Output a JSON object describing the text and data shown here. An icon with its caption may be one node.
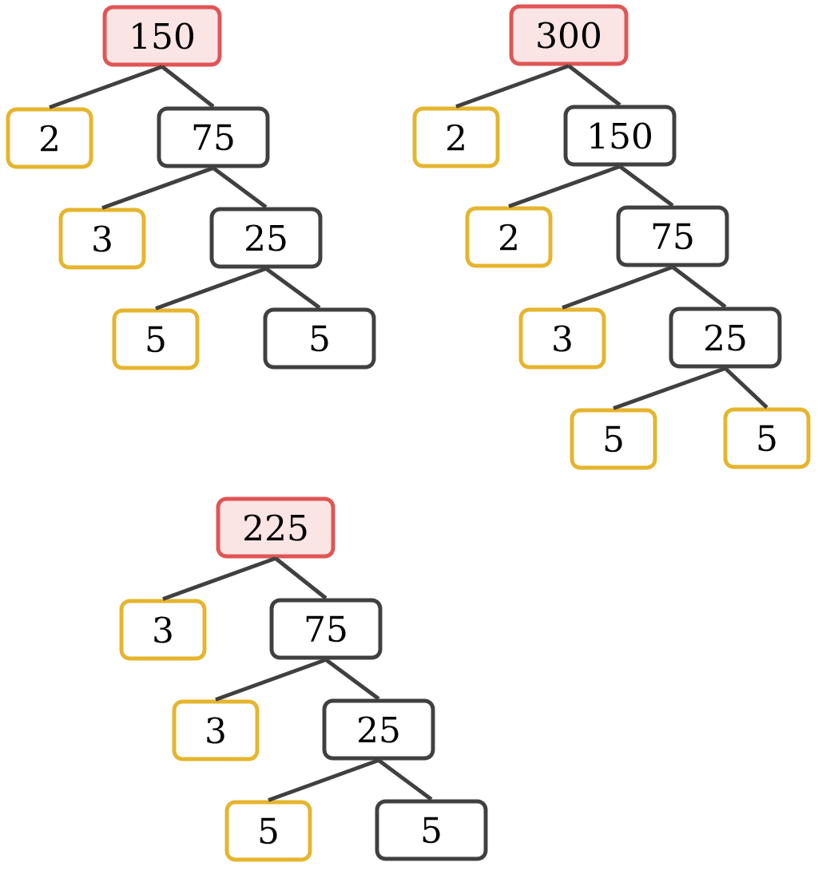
{
  "diagram": {
    "nodes": [
      {
        "text": [
          "150"
        ]
      },
      {
        "text": [
          "2"
        ]
      },
      {
        "text": [
          "75"
        ]
      },
      {
        "text": [
          "3"
        ]
      },
      {
        "text": [
          "25"
        ]
      },
      {
        "text": [
          "5"
        ]
      },
      {
        "text": [
          "5"
        ]
      },
      {
        "text": [
          "300"
        ]
      },
      {
        "text": [
          "2"
        ]
      },
      {
        "text": [
          "150"
        ]
      },
      {
        "text": [
          "2"
        ]
      },
      {
        "text": [
          "75"
        ]
      },
      {
        "text": [
          "3"
        ]
      },
      {
        "text": [
          "25"
        ]
      },
      {
        "text": [
          "5"
        ]
      },
      {
        "text": [
          "5"
        ]
      },
      {
        "text": [
          "225"
        ]
      },
      {
        "text": [
          "3"
        ]
      },
      {
        "text": [
          "75"
        ]
      },
      {
        "text": [
          "3"
        ]
      },
      {
        "text": [
          "25"
        ]
      },
      {
        "text": [
          "5"
        ]
      },
      {
        "text": [
          "5"
        ]
      }
    ],
    "edges": [
      {
        "from": 0,
        "to": 1,
        "arrow": "none"
      },
      {
        "from": 0,
        "to": 2,
        "arrow": "none"
      },
      {
        "from": 2,
        "to": 3,
        "arrow": "none"
      },
      {
        "from": 2,
        "to": 4,
        "arrow": "none"
      },
      {
        "from": 4,
        "to": 5,
        "arrow": "none"
      },
      {
        "from": 4,
        "to": 6,
        "arrow": "none"
      },
      {
        "from": 7,
        "to": 8,
        "arrow": "none"
      },
      {
        "from": 7,
        "to": 9,
        "arrow": "none"
      },
      {
        "from": 9,
        "to": 10,
        "arrow": "none"
      },
      {
        "from": 9,
        "to": 11,
        "arrow": "none"
      },
      {
        "from": 11,
        "to": 12,
        "arrow": "none"
      },
      {
        "from": 11,
        "to": 13,
        "arrow": "none"
      },
      {
        "from": 13,
        "to": 14,
        "arrow": "none"
      },
      {
        "from": 13,
        "to": 15,
        "arrow": "none"
      },
      {
        "from": 16,
        "to": 17,
        "arrow": "none"
      },
      {
        "from": 16,
        "to": 18,
        "arrow": "none"
      },
      {
        "from": 18,
        "to": 19,
        "arrow": "none"
      },
      {
        "from": 18,
        "to": 20,
        "arrow": "none"
      },
      {
        "from": 20,
        "to": 21,
        "arrow": "none"
      },
      {
        "from": 20,
        "to": 22,
        "arrow": "none"
      }
    ]
  }
}
